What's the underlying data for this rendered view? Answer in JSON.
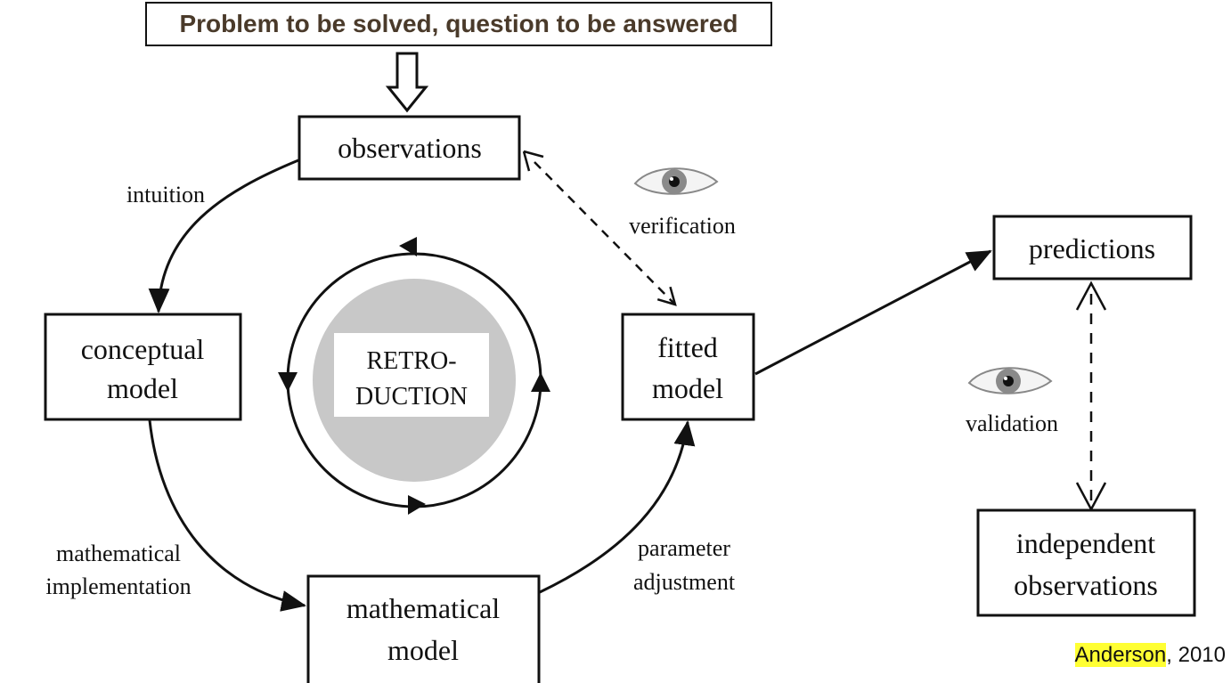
{
  "title": "Problem to be solved, question to be answered",
  "nodes": {
    "observations": "observations",
    "conceptual_line1": "conceptual",
    "conceptual_line2": "model",
    "mathematical_line1": "mathematical",
    "mathematical_line2": "model",
    "fitted_line1": "fitted",
    "fitted_line2": "model",
    "predictions": "predictions",
    "independent_line1": "independent",
    "independent_line2": "observations",
    "retro_line1": "RETRO-",
    "retro_line2": "DUCTION"
  },
  "edges": {
    "intuition": "intuition",
    "math_impl_line1": "mathematical",
    "math_impl_line2": "implementation",
    "param_line1": "parameter",
    "param_line2": "adjustment",
    "verification": "verification",
    "validation": "validation"
  },
  "citation": {
    "author": "Anderson",
    "year": ", 2010"
  },
  "icons": [
    "eye-icon-verification",
    "eye-icon-validation"
  ],
  "colors": {
    "highlight": "#ffff33",
    "title_text": "#4a3a2a",
    "retro_circle": "#c8c8c8"
  }
}
